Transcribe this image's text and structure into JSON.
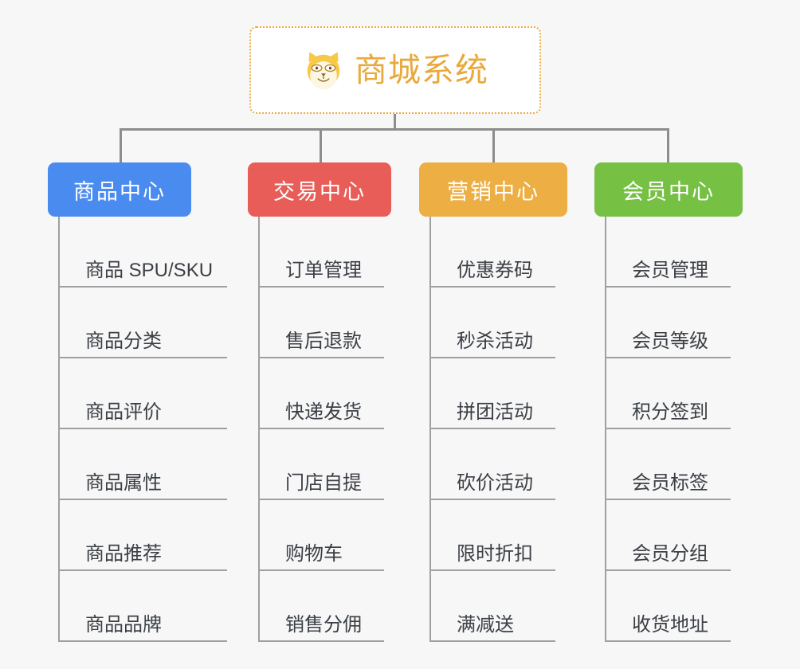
{
  "root": {
    "title": "商城系统",
    "icon": "shiba-dog-icon",
    "border_color": "#edab3f",
    "title_color": "#e9a93c",
    "background": "#ffffff"
  },
  "page": {
    "background": "#f7f7f7",
    "connector_color": "#8d8d8d",
    "leaf_line_color": "#a0a0a0",
    "leaf_text_color": "#3b3f45"
  },
  "columns": [
    {
      "title": "商品中心",
      "color": "#4a8bf0",
      "items": [
        "商品 SPU/SKU",
        "商品分类",
        "商品评价",
        "商品属性",
        "商品推荐",
        "商品品牌"
      ]
    },
    {
      "title": "交易中心",
      "color": "#e85d58",
      "items": [
        "订单管理",
        "售后退款",
        "快递发货",
        "门店自提",
        "购物车",
        "销售分佣"
      ]
    },
    {
      "title": "营销中心",
      "color": "#edae44",
      "items": [
        "优惠券码",
        "秒杀活动",
        "拼团活动",
        "砍价活动",
        "限时折扣",
        "满减送"
      ]
    },
    {
      "title": "会员中心",
      "color": "#76c043",
      "items": [
        "会员管理",
        "会员等级",
        "积分签到",
        "会员标签",
        "会员分组",
        "收货地址"
      ]
    }
  ]
}
